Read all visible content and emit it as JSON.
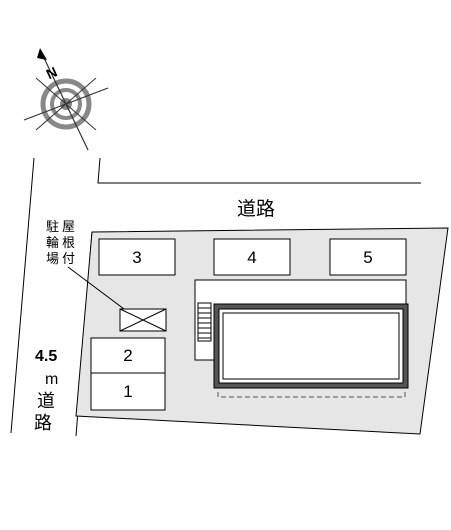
{
  "compass": {
    "north_label": "N"
  },
  "roads": {
    "top_label": "道路",
    "left_width": "4.5",
    "left_unit": "m",
    "left_chars": [
      "道",
      "路"
    ]
  },
  "bike_parking": {
    "chars": [
      "駐",
      "屋",
      "輪",
      "根",
      "場",
      "付"
    ]
  },
  "parking_spaces": [
    "3",
    "4",
    "5",
    "2",
    "1"
  ],
  "colors": {
    "lot_fill": "#e6e6e6",
    "building_frame": "#555555",
    "compass_gray": "#888888"
  }
}
